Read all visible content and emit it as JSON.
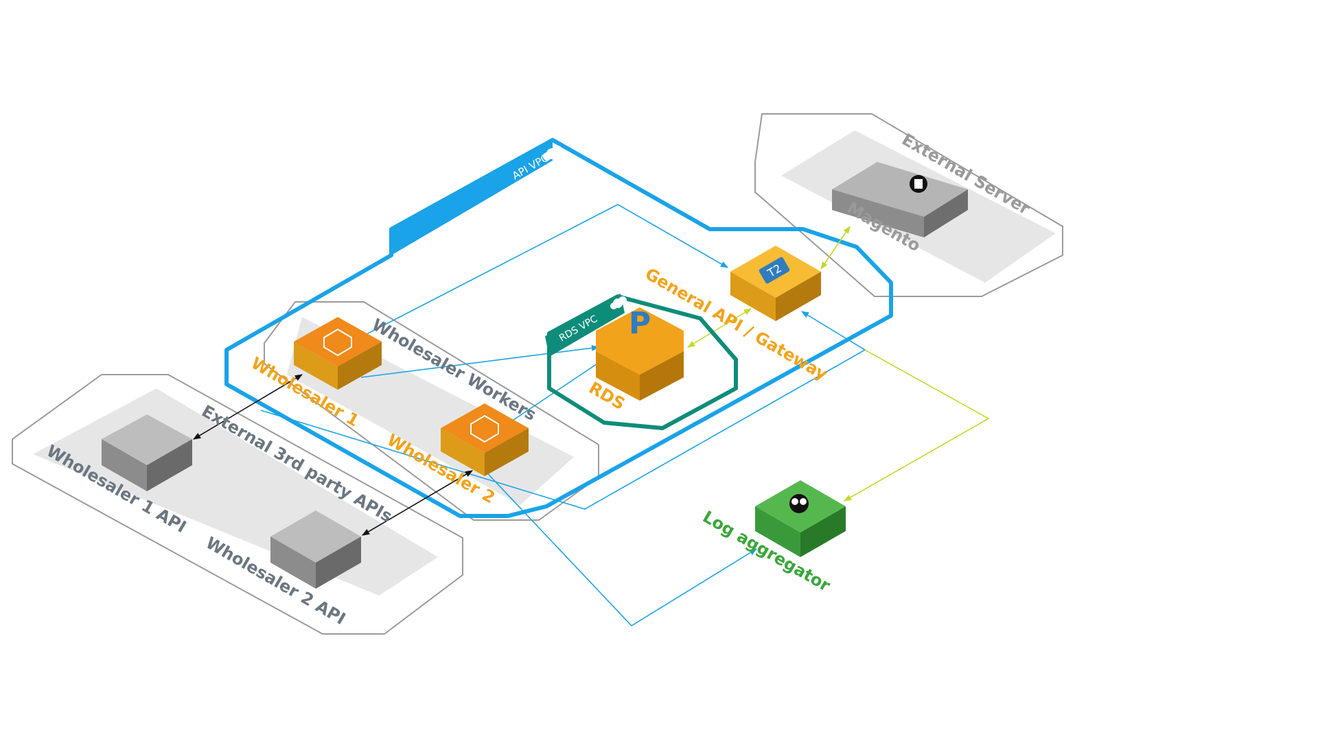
{
  "groups": {
    "api_vpc": "API VPC",
    "rds_vpc": "RDS VPC",
    "external_server": "External Server",
    "wholesaler_workers": "Wholesaler Workers",
    "external_apis": "External 3rd party APIs"
  },
  "nodes": {
    "magento": "Magento",
    "gateway": "General API / Gateway",
    "gateway_badge": "T2",
    "rds": "RDS",
    "rds_badge": "P",
    "wholesaler1": "Wholesaler 1",
    "wholesaler2": "Wholesaler 2",
    "wholesaler1_api": "Wholesaler 1 API",
    "wholesaler2_api": "Wholesaler 2 API",
    "log_aggregator": "Log aggregator"
  },
  "colors": {
    "vpc_blue": "#1aa3e8",
    "rds_teal": "#0e8c7a",
    "node_orange": "#f2a31c",
    "node_gray": "#8c8c8c",
    "node_green": "#3a9a3a",
    "link_green": "#c4d92e",
    "link_black": "#111111"
  },
  "icons": {
    "magento": "magento-icon",
    "wholesaler": "lambda-function-icon",
    "log_aggregator": "elephant-icon",
    "vpc": "cloud-icon"
  }
}
